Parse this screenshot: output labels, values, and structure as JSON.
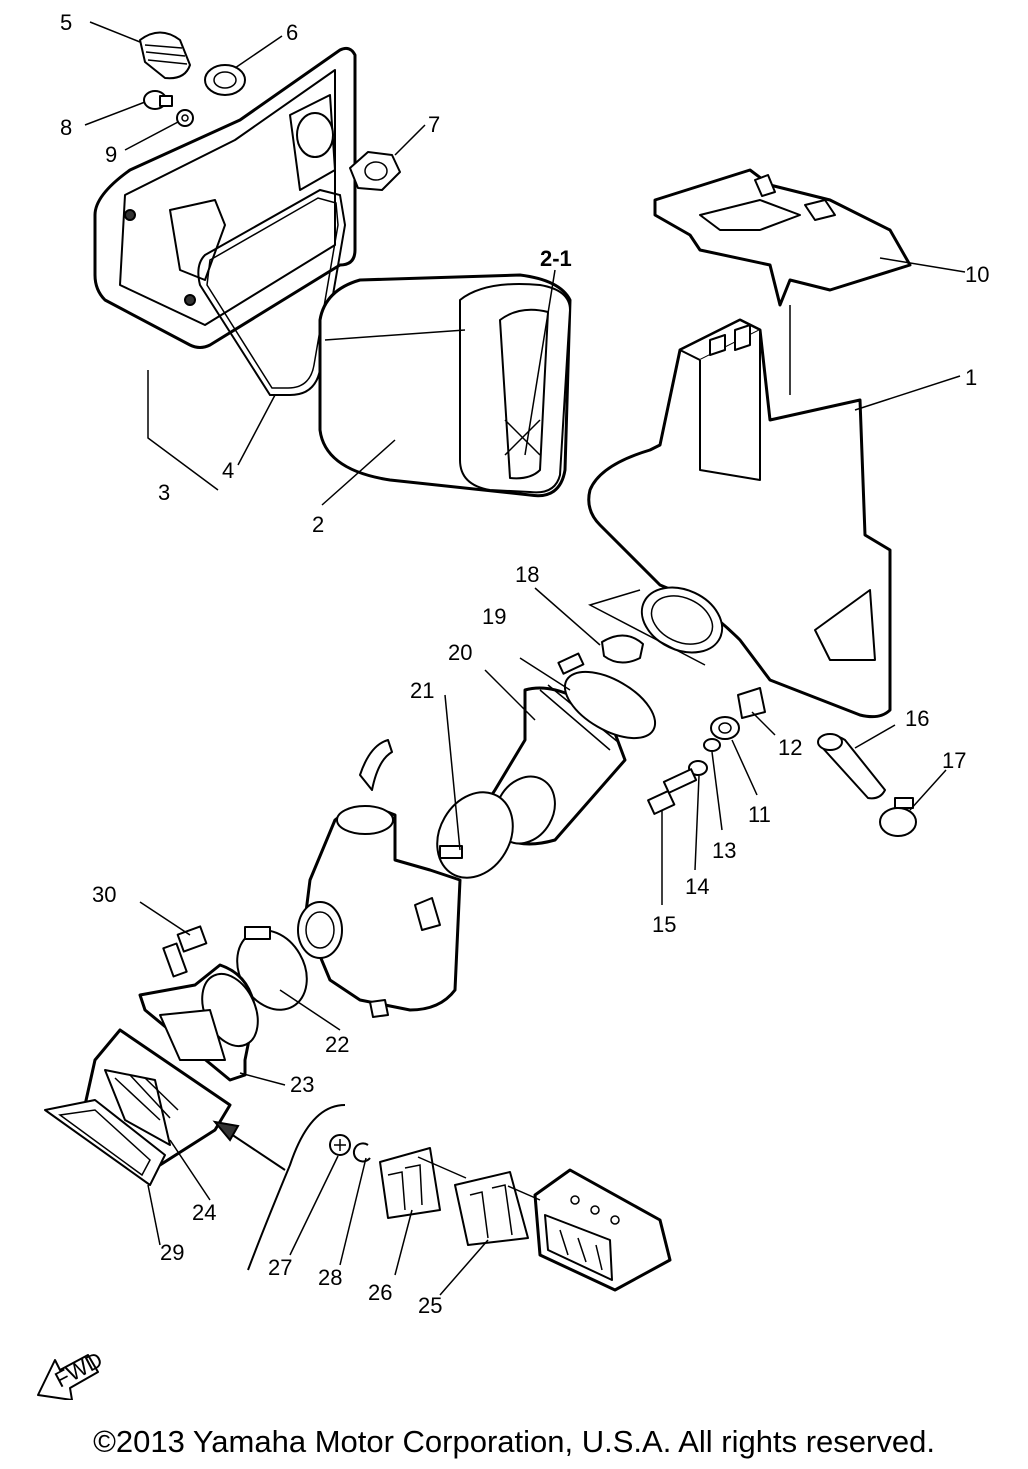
{
  "callouts": [
    "1",
    "2",
    "2-1",
    "3",
    "4",
    "5",
    "6",
    "7",
    "8",
    "9",
    "10",
    "11",
    "12",
    "13",
    "14",
    "15",
    "16",
    "17",
    "18",
    "19",
    "20",
    "21",
    "22",
    "23",
    "24",
    "25",
    "26",
    "27",
    "28",
    "29",
    "30"
  ],
  "fwd_label": "FWD",
  "copyright": "©2013 Yamaha Motor Corporation, U.S.A. All rights reserved."
}
